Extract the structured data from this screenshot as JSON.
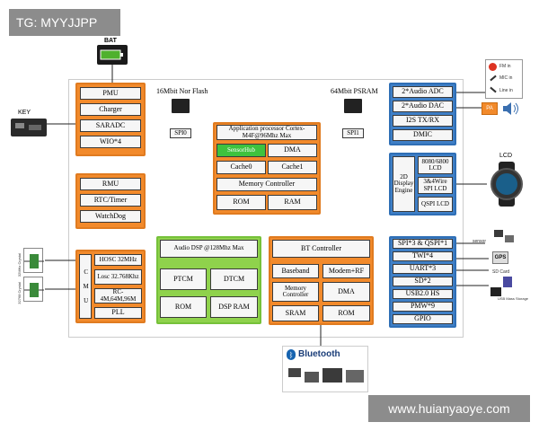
{
  "watermark_tl": "TG: MYYJJPP",
  "watermark_br": "www.huianyaoye.com",
  "left": {
    "pmu": "PMU",
    "charger": "Charger",
    "saradc": "SARADC",
    "wio": "WIO*4",
    "rmu": "RMU",
    "rtc": "RTC/Timer",
    "watchdog": "WatchDog",
    "cmu": "C M U",
    "hosc": "HOSC 32MHz",
    "losc": "Losc 32.768Khz",
    "rc": "RC-4M,64M,96M",
    "pll": "PLL"
  },
  "ext": {
    "bat": "BAT",
    "key": "KEY",
    "xtal1": "32MHz Crystal",
    "xtal2": "32768 Crystal",
    "lcd": "LCD",
    "fm_in": "FM in",
    "mic_in": "MIC in",
    "line_in": "Line in",
    "pa": "PA",
    "sensor": "sensor",
    "gps": "GPS",
    "sd_card": "SD Card",
    "usb_mass": "USB Mass Storage",
    "bluetooth": "Bluetooth"
  },
  "flash": {
    "nor_title": "16Mbit Nor Flash",
    "nor_port": "SPI0",
    "psram_title": "64Mbit PSRAM",
    "psram_port": "SPI1"
  },
  "ap": {
    "title": "Application processor Cortex-M4F@96Mhz Max",
    "sensorhub": "SensorHub",
    "dma": "DMA",
    "cache0": "Cache0",
    "cache1": "Cache1",
    "memctrl": "Memory Controller",
    "rom": "ROM",
    "ram": "RAM"
  },
  "dsp": {
    "title": "Audio DSP @128Mhz Max",
    "ptcm": "PTCM",
    "dtcm": "DTCM",
    "rom": "ROM",
    "dspram": "DSP RAM"
  },
  "bt": {
    "title": "BT Controller",
    "baseband": "Baseband",
    "modem": "Modem+RF",
    "memctrl": "Memory Controller",
    "dma": "DMA",
    "sram": "SRAM",
    "rom": "ROM"
  },
  "audio": {
    "adc": "2*Audio ADC",
    "dac": "2*Audio DAC",
    "i2s": "I2S TX/RX",
    "dmic": "DMIC"
  },
  "disp": {
    "engine": "2D Display Engine",
    "lcd8080": "8080/6800 LCD",
    "spilcd": "3&4Wire SPI LCD",
    "qspilcd": "QSPI LCD"
  },
  "io": {
    "spi": "SPI*3 & QSPI*1",
    "twi": "TWI*4",
    "uart": "UART*3",
    "sd": "SD*2",
    "usb": "USB2.0 HS",
    "pmw": "PMW*9",
    "gpio": "GPIO"
  },
  "colors": {
    "orange": "#f28a2b",
    "blue": "#3f7fc6",
    "green": "#8fd24c",
    "highlight": "#3ec23e"
  }
}
